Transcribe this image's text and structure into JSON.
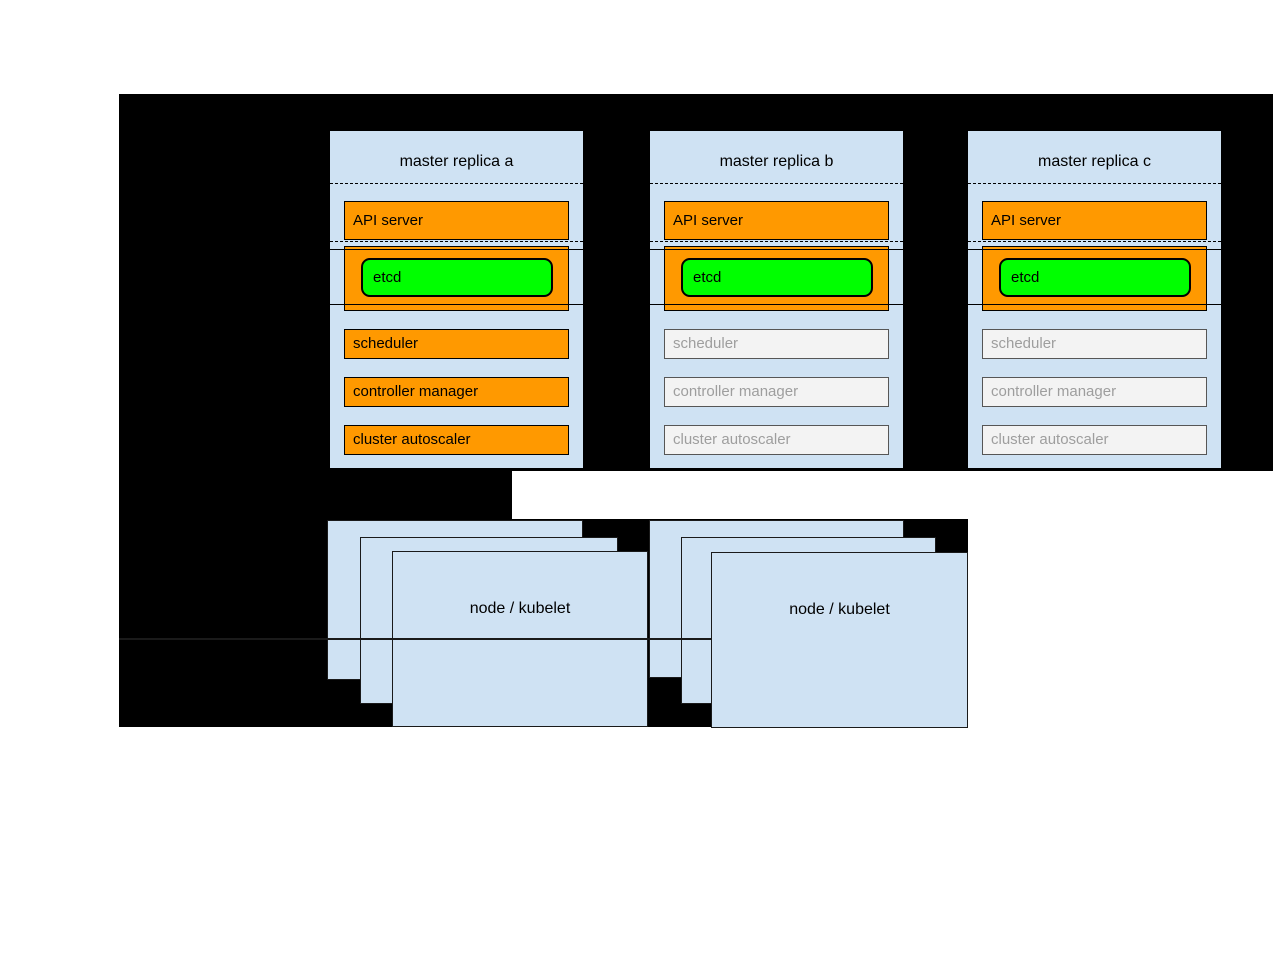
{
  "colors": {
    "background": "#000000",
    "panel_blue": "#cfe2f3",
    "active_orange": "#ff9900",
    "etcd_green": "#00ff00",
    "inactive_fill": "#f3f3f3",
    "inactive_text": "#9e9e9e"
  },
  "replicas": [
    {
      "title": "master replica a",
      "api": "API server",
      "etcd": "etcd",
      "scheduler": "scheduler",
      "controller": "controller manager",
      "autoscaler": "cluster autoscaler"
    },
    {
      "title": "master replica b",
      "api": "API server",
      "etcd": "etcd",
      "scheduler": "scheduler",
      "controller": "controller manager",
      "autoscaler": "cluster autoscaler"
    },
    {
      "title": "master replica c",
      "api": "API server",
      "etcd": "etcd",
      "scheduler": "scheduler",
      "controller": "controller manager",
      "autoscaler": "cluster autoscaler"
    }
  ],
  "nodes": [
    {
      "label": "node / kubelet"
    },
    {
      "label": "node / kubelet"
    }
  ]
}
